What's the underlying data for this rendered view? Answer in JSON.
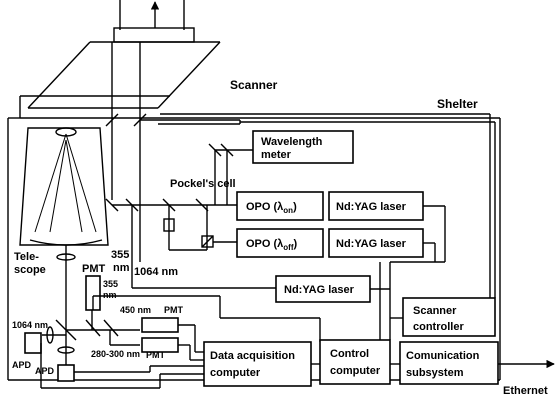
{
  "labels": {
    "scanner": "Scanner",
    "shelter": "Shelter",
    "wavelength_meter_1": "Wavelength",
    "wavelength_meter_2": "meter",
    "pockels_cell": "Pockel's cell",
    "opo_on_prefix": "OPO (λ",
    "opo_on_sub": "on",
    "opo_off_prefix": "OPO (λ",
    "opo_off_sub": "off",
    "close_paren": ")",
    "ndyag_1": "Nd:YAG laser",
    "ndyag_2": "Nd:YAG laser",
    "ndyag_3": "Nd:YAG laser",
    "telescope_1": "Tele-",
    "telescope_2": "scope",
    "nm355_a": "355",
    "nm355_b": "nm",
    "nm1064_mid": "1064 nm",
    "pmt_top": "PMT",
    "pmt_355_a": "355",
    "pmt_355_b": "nm",
    "nm450": "450 nm",
    "pmt_450": "PMT",
    "nm280_300": "280-300 nm",
    "pmt_280": "PMT",
    "nm1064_left": "1064 nm",
    "apd_1": "APD",
    "apd_2": "APD",
    "scanner_controller_1": "Scanner",
    "scanner_controller_2": "controller",
    "data_acq_1": "Data acquisition",
    "data_acq_2": "computer",
    "control_1": "Control",
    "control_2": "computer",
    "comm_1": "Comunication",
    "comm_2": "subsystem",
    "ethernet": "Ethernet"
  }
}
